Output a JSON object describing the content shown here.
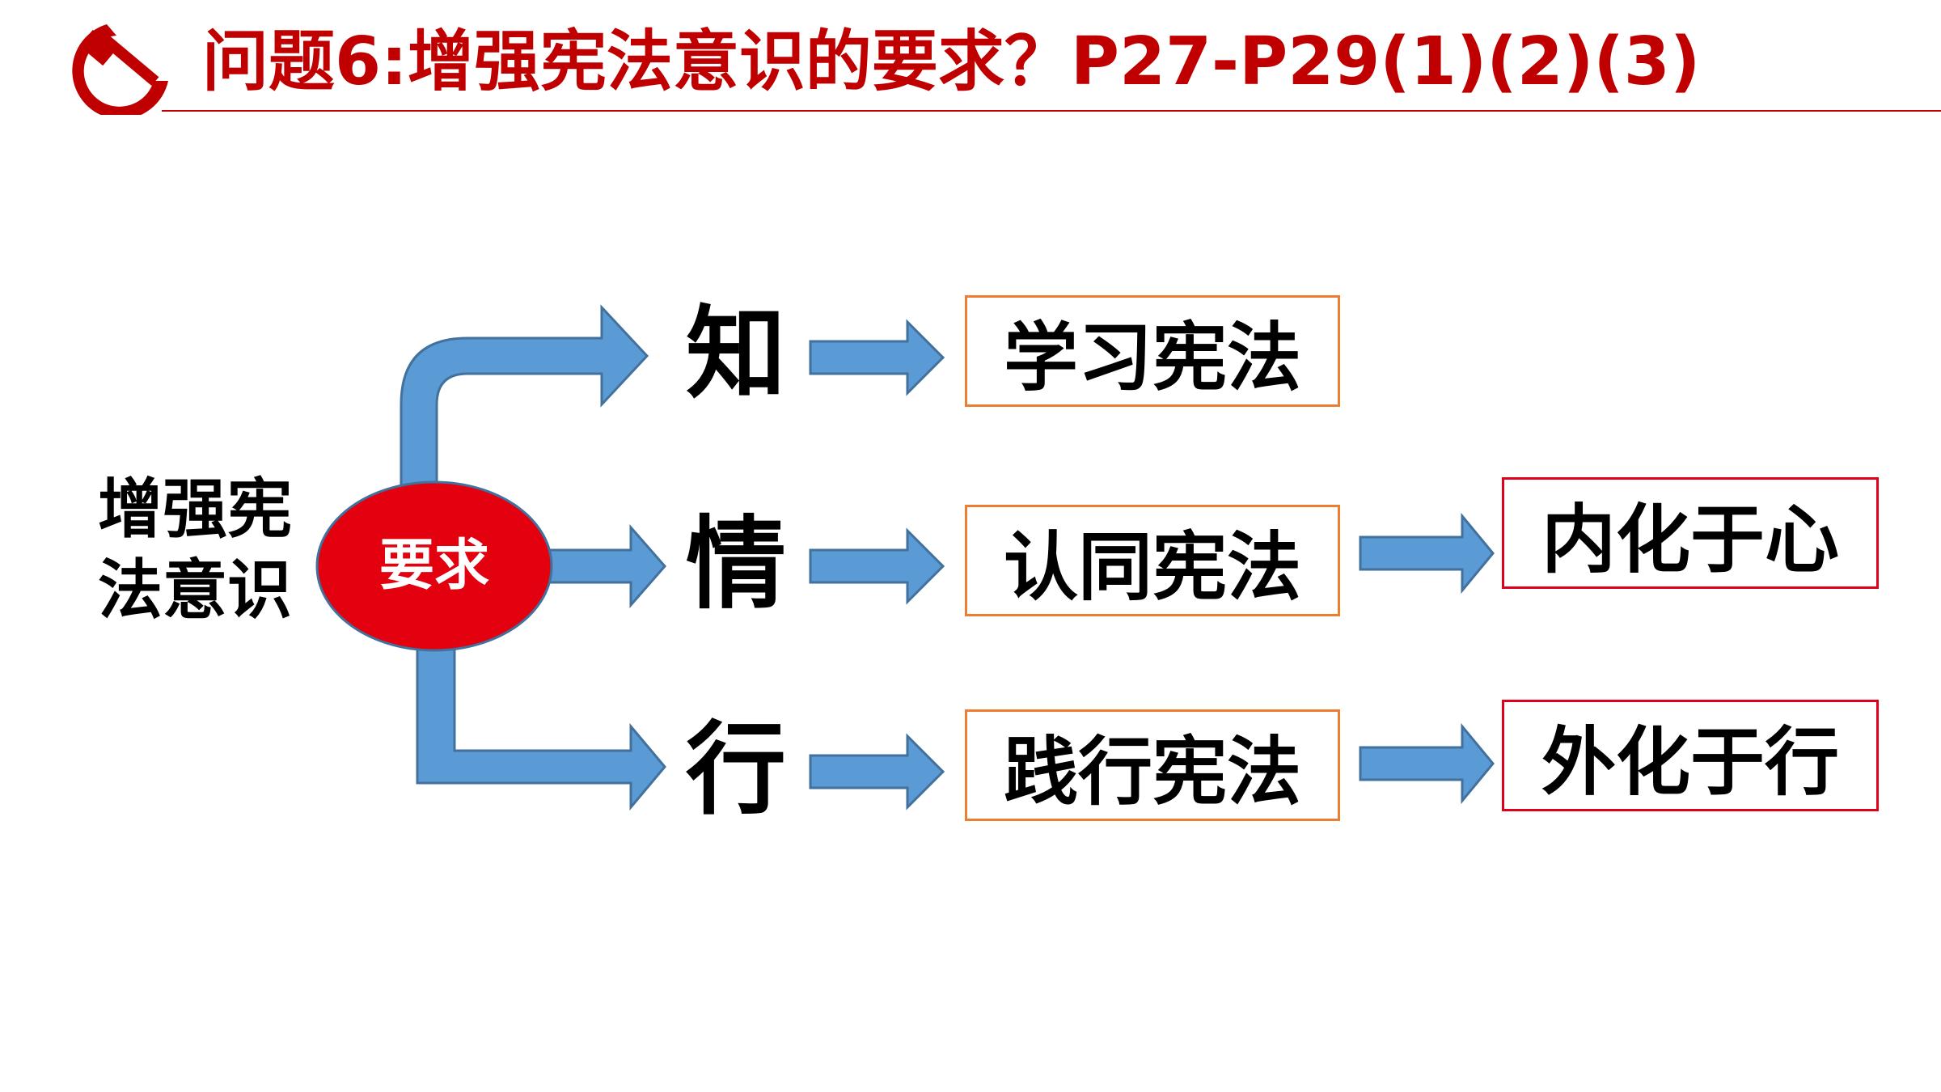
{
  "header": {
    "title": "问题6:增强宪法意识的要求？P27-P29(1)(2)(3)",
    "logo_icon": "hammer-sickle-icon",
    "accent_color": "#c00000"
  },
  "diagram": {
    "topic": "增强宪法意识",
    "hub": "要求",
    "branches": [
      {
        "level": "知",
        "action": "学习宪法",
        "result": ""
      },
      {
        "level": "情",
        "action": "认同宪法",
        "result": "内化于心"
      },
      {
        "level": "行",
        "action": "践行宪法",
        "result": "外化于行"
      }
    ],
    "colors": {
      "arrow": "#5b9bd5",
      "hub": "#e3000f",
      "action_border": "#ed7d31",
      "result_border": "#e0001a"
    }
  }
}
